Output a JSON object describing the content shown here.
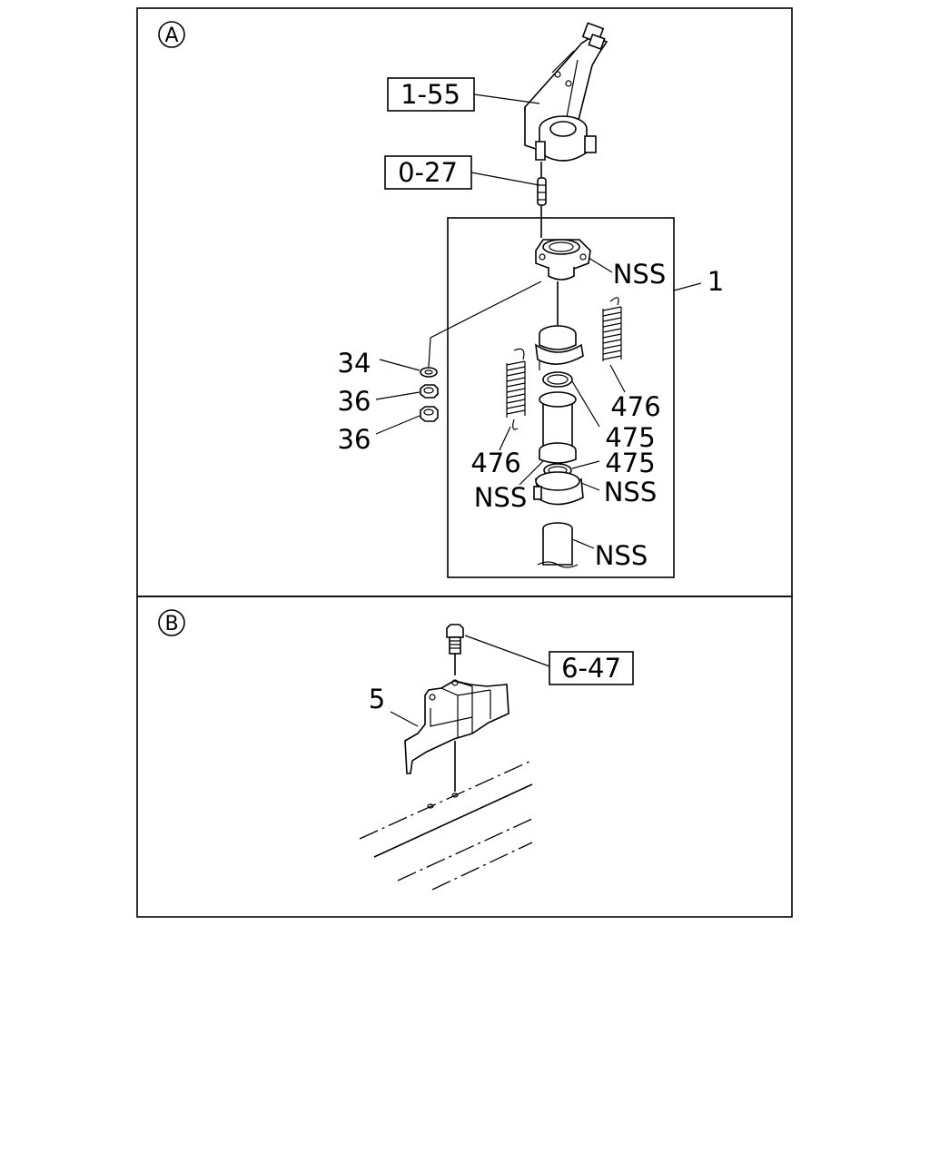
{
  "panels": {
    "a": {
      "marker": "A",
      "callouts": {
        "ref_1_55": "1-55",
        "ref_0_27": "0-27",
        "nss_top": "NSS",
        "item_1": "1",
        "item_34": "34",
        "item_36_upper": "36",
        "item_36_lower": "36",
        "item_476_right": "476",
        "item_475_upper": "475",
        "item_476_left": "476",
        "item_475_lower": "475",
        "nss_left": "NSS",
        "nss_right": "NSS",
        "nss_bottom": "NSS"
      }
    },
    "b": {
      "marker": "B",
      "callouts": {
        "ref_6_47": "6-47",
        "item_5": "5"
      }
    }
  }
}
